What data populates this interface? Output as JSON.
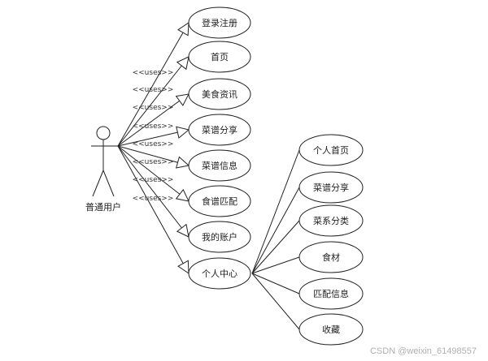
{
  "actor": {
    "label": "普通用户"
  },
  "relation_label": "<<uses>>",
  "main_use_cases": [
    {
      "label": "登录注册"
    },
    {
      "label": "首页"
    },
    {
      "label": "美食资讯"
    },
    {
      "label": "菜谱分享"
    },
    {
      "label": "菜谱信息"
    },
    {
      "label": "食谱匹配"
    },
    {
      "label": "我的账户"
    },
    {
      "label": "个人中心"
    }
  ],
  "sub_use_cases": [
    {
      "label": "个人首页"
    },
    {
      "label": "菜谱分享"
    },
    {
      "label": "菜系分类"
    },
    {
      "label": "食材"
    },
    {
      "label": "匹配信息"
    },
    {
      "label": "收藏"
    }
  ],
  "watermark": "CSDN @weixin_61498557"
}
